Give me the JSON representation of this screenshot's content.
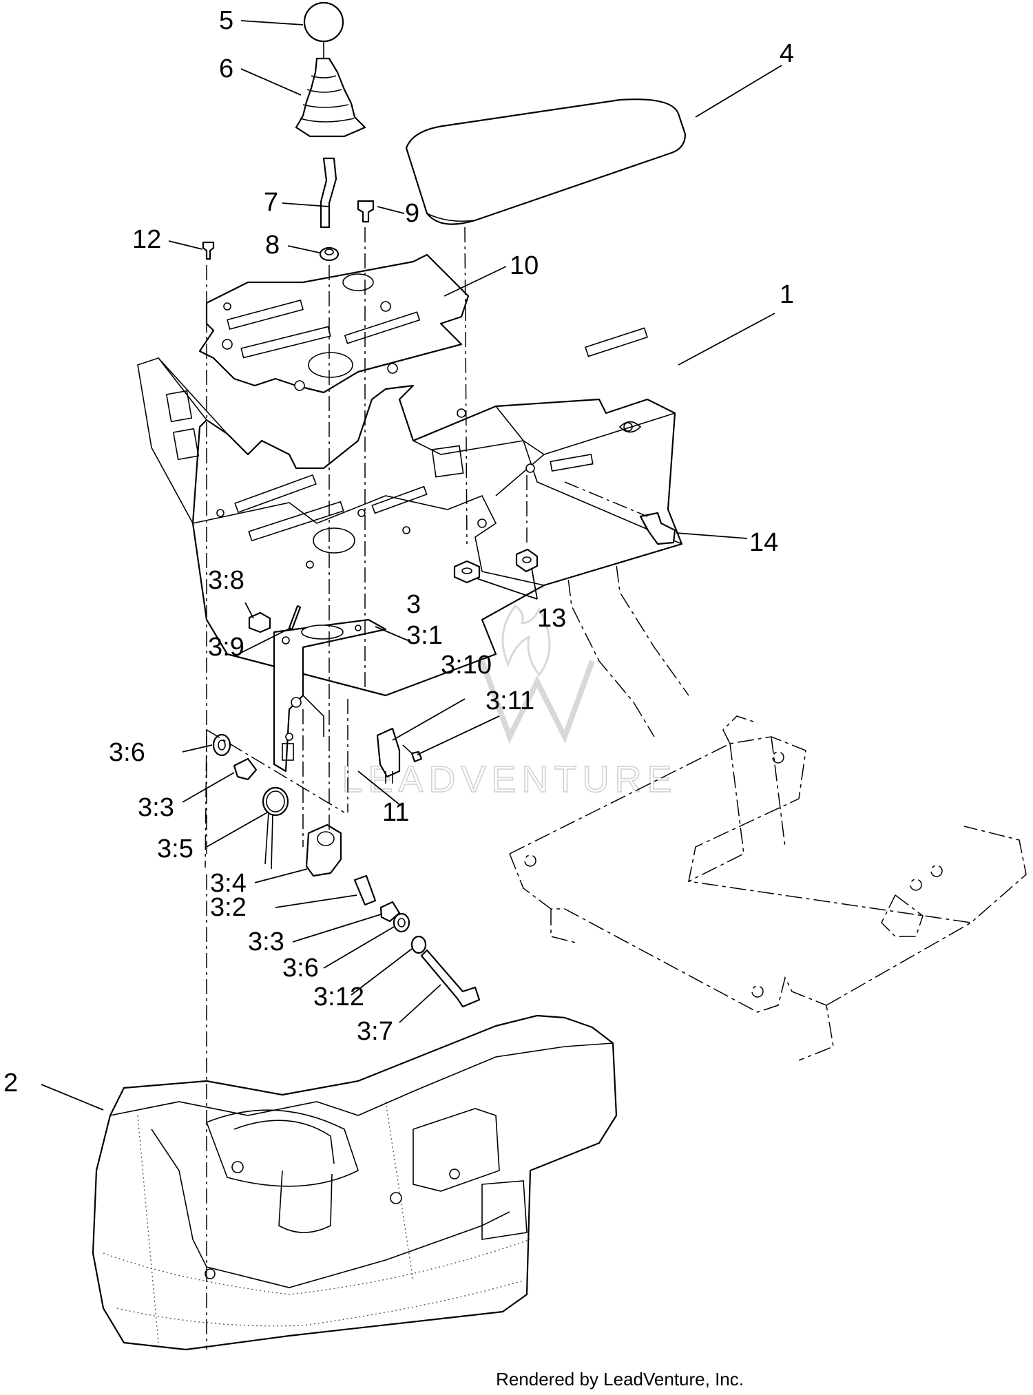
{
  "labels": {
    "l1": "1",
    "l2": "2",
    "l3": "3",
    "l3_1": "3:1",
    "l3_2": "3:2",
    "l3_3a": "3:3",
    "l3_3b": "3:3",
    "l3_4": "3:4",
    "l3_5": "3:5",
    "l3_6a": "3:6",
    "l3_6b": "3:6",
    "l3_7": "3:7",
    "l3_8": "3:8",
    "l3_9": "3:9",
    "l3_10": "3:10",
    "l3_11": "3:11",
    "l3_12": "3:12",
    "l4": "4",
    "l5": "5",
    "l6": "6",
    "l7": "7",
    "l8": "8",
    "l9": "9",
    "l10": "10",
    "l11": "11",
    "l12": "12",
    "l13": "13",
    "l14": "14"
  },
  "watermark": "LEADVENTURE",
  "credit": "Rendered by LeadVenture, Inc."
}
